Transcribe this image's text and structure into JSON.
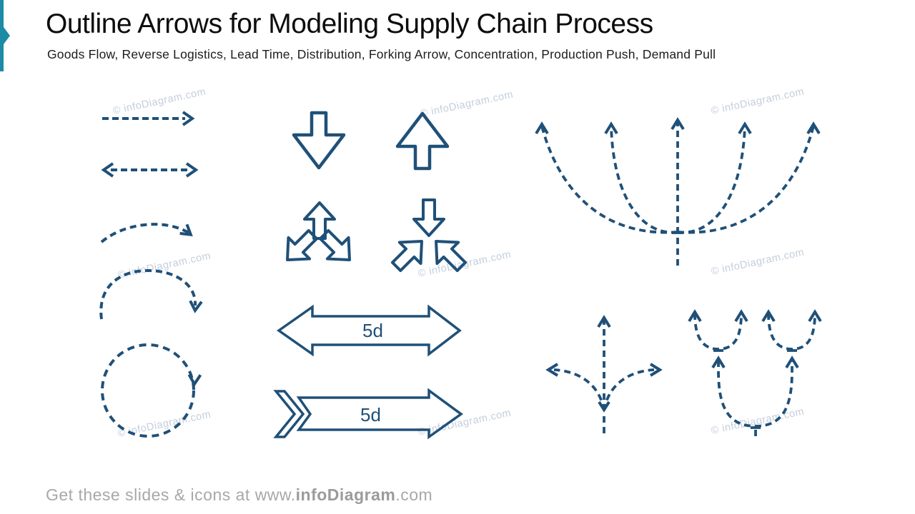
{
  "slide": {
    "title": "Outline Arrows for Modeling Supply Chain Process",
    "subtitle": "Goods Flow, Reverse Logistics, Lead Time, Distribution, Forking Arrow, Concentration, Production Push, Demand Pull"
  },
  "footer": {
    "prefix": "Get these slides & icons at www.",
    "brand": "infoDiagram",
    "suffix": ".com"
  },
  "watermark": {
    "text": "© infoDiagram.com"
  },
  "labels": {
    "lead_time_double": "5d",
    "lead_time_striped": "5d"
  },
  "colors": {
    "arrow_blue": "#1f5078",
    "accent_teal": "#1b8ba6",
    "watermark_gray_blue": "#c3cedd",
    "footer_gray": "#a8a8a8",
    "title_black": "#0d0d0d"
  },
  "icons": [
    "goods-flow-dashed-arrow",
    "two-way-dashed-arrow",
    "curved-dashed-arrow",
    "semicircle-dashed-arrow",
    "circular-dashed-arrow",
    "outline-down-arrow",
    "outline-up-arrow",
    "forking-arrows",
    "concentration-arrows",
    "lead-time-double-arrow",
    "lead-time-striped-arrow",
    "distribution-fan-arrows",
    "fork-three-way-arrow",
    "demand-pull-arrows"
  ]
}
